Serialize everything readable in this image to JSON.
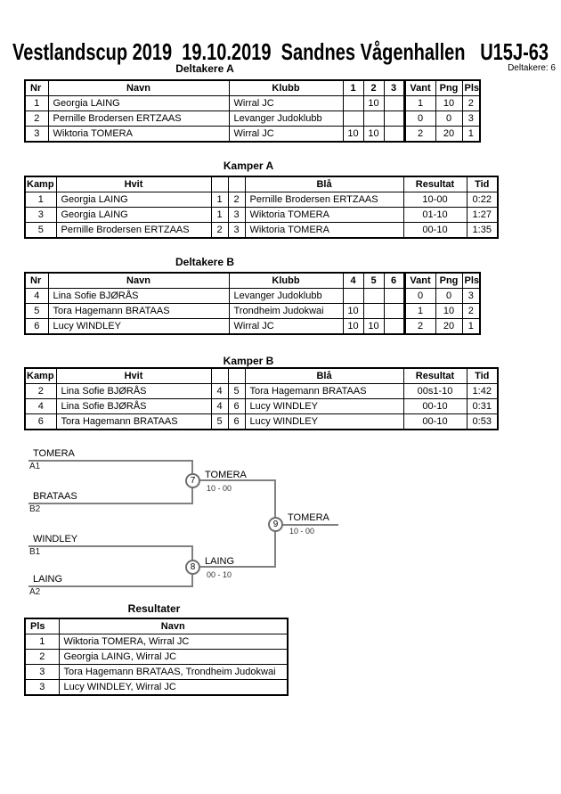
{
  "header": {
    "title": "Vestlandscup 2019  19.10.2019  Sandnes Vågenhallen   U15J-63",
    "participants_label": "Deltakere: 6"
  },
  "sections": {
    "deltakere_a": {
      "title": "Deltakere A",
      "columns": [
        "Nr",
        "Navn",
        "Klubb",
        "1",
        "2",
        "3",
        "Vant",
        "Png",
        "Pls"
      ],
      "rows": [
        [
          "1",
          "Georgia LAING",
          "Wirral JC",
          "",
          "10",
          "",
          "1",
          "10",
          "2"
        ],
        [
          "2",
          "Pernille Brodersen ERTZAAS",
          "Levanger Judoklubb",
          "",
          "",
          "",
          "0",
          "0",
          "3"
        ],
        [
          "3",
          "Wiktoria TOMERA",
          "Wirral JC",
          "10",
          "10",
          "",
          "2",
          "20",
          "1"
        ]
      ]
    },
    "kamper_a": {
      "title": "Kamper A",
      "columns": [
        "Kamp",
        "Hvit",
        "",
        "",
        "Blå",
        "Resultat",
        "Tid"
      ],
      "rows": [
        [
          "1",
          "Georgia LAING",
          "1",
          "2",
          "Pernille Brodersen ERTZAAS",
          "10-00",
          "0:22"
        ],
        [
          "3",
          "Georgia LAING",
          "1",
          "3",
          "Wiktoria TOMERA",
          "01-10",
          "1:27"
        ],
        [
          "5",
          "Pernille Brodersen ERTZAAS",
          "2",
          "3",
          "Wiktoria TOMERA",
          "00-10",
          "1:35"
        ]
      ]
    },
    "deltakere_b": {
      "title": "Deltakere B",
      "columns": [
        "Nr",
        "Navn",
        "Klubb",
        "4",
        "5",
        "6",
        "Vant",
        "Png",
        "Pls"
      ],
      "rows": [
        [
          "4",
          "Lina Sofie BJØRÅS",
          "Levanger Judoklubb",
          "",
          "",
          "",
          "0",
          "0",
          "3"
        ],
        [
          "5",
          "Tora Hagemann BRATAAS",
          "Trondheim Judokwai",
          "10",
          "",
          "",
          "1",
          "10",
          "2"
        ],
        [
          "6",
          "Lucy WINDLEY",
          "Wirral JC",
          "10",
          "10",
          "",
          "2",
          "20",
          "1"
        ]
      ]
    },
    "kamper_b": {
      "title": "Kamper B",
      "columns": [
        "Kamp",
        "Hvit",
        "",
        "",
        "Blå",
        "Resultat",
        "Tid"
      ],
      "rows": [
        [
          "2",
          "Lina Sofie BJØRÅS",
          "4",
          "5",
          "Tora Hagemann BRATAAS",
          "00s1-10",
          "1:42"
        ],
        [
          "4",
          "Lina Sofie BJØRÅS",
          "4",
          "6",
          "Lucy WINDLEY",
          "00-10",
          "0:31"
        ],
        [
          "6",
          "Tora Hagemann BRATAAS",
          "5",
          "6",
          "Lucy WINDLEY",
          "00-10",
          "0:53"
        ]
      ]
    },
    "resultater": {
      "title": "Resultater",
      "columns": [
        "Pls",
        "Navn"
      ],
      "rows": [
        [
          "1",
          "Wiktoria TOMERA, Wirral JC"
        ],
        [
          "2",
          "Georgia LAING, Wirral JC"
        ],
        [
          "3",
          "Tora Hagemann BRATAAS, Trondheim Judokwai"
        ],
        [
          "3",
          "Lucy WINDLEY, Wirral JC"
        ]
      ]
    }
  },
  "bracket": {
    "line_color": "#808080",
    "slots": [
      {
        "name": "TOMERA",
        "seed": "A1"
      },
      {
        "name": "BRATAAS",
        "seed": "B2"
      },
      {
        "name": "WINDLEY",
        "seed": "B1"
      },
      {
        "name": "LAING",
        "seed": "A2"
      }
    ],
    "matches": [
      {
        "number": "7",
        "winner": "TOMERA",
        "score": "10 - 00"
      },
      {
        "number": "8",
        "winner": "LAING",
        "score": "00 - 10"
      },
      {
        "number": "9",
        "winner": "TOMERA",
        "score": "10 - 00"
      }
    ]
  }
}
